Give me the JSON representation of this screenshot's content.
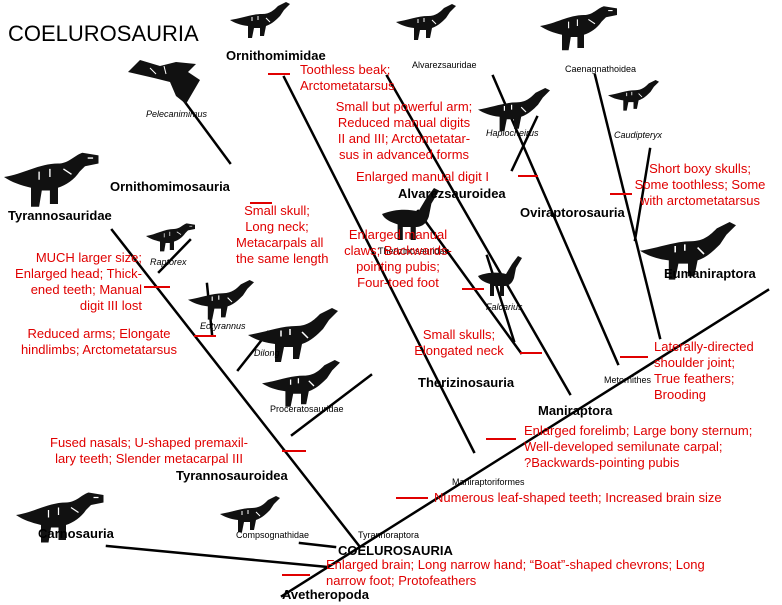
{
  "title": "COELUROSAURIA",
  "colors": {
    "line": "#000000",
    "trait": "#e00000",
    "silhouette": "#111111"
  },
  "clades": {
    "ornithomimidae": "Ornithomimidae",
    "ornithomimosauria": "Ornithomimosauria",
    "tyrannosauridae": "Tyrannosauridae",
    "tyrannosauroidea": "Tyrannosauroidea",
    "carnosauria": "Carnosauria",
    "coelurosauria": "COELUROSAURIA",
    "avetheropoda": "Avetheropoda",
    "alvarezsauroidea": "Alvarezsauroidea",
    "oviraptorosauria": "Oviraptorosauria",
    "eumaniraptora": "Eumaniraptora",
    "therizinosauria": "Therizinosauria",
    "maniraptora": "Maniraptora"
  },
  "nodes": {
    "alvarezsauridae": "Alvarezsauridae",
    "caenagnathoidea": "Caenagnathoidea",
    "therizinosauridae": "Therizinosauridae",
    "proceratosauridae": "Proceratosauridae",
    "compsognathidae": "Compsognathidae",
    "tyrannoraptora": "Tyrannoraptora",
    "maniraptoriformes": "Maniraptoriformes",
    "metornithes": "Metornithes"
  },
  "genera": {
    "pelecanimimus": "Pelecanimimus",
    "haplocheirus": "Haplocheirus",
    "caudipteryx": "Caudipteryx",
    "raptorex": "Raptorex",
    "eotyrannus": "Eotyrannus",
    "dilong": "Dilong",
    "falcarius": "Falcarius"
  },
  "traits": {
    "ornithomimidae": [
      "Toothless beak;",
      "Arctometatarsus"
    ],
    "alvarezsauridae": [
      "Small but powerful arm;",
      "Reduced manual digits",
      "II and III; Arctometatar-",
      "sus in advanced forms"
    ],
    "alvarezsauroidea": [
      "Enlarged manual digit I"
    ],
    "oviraptorosauria": [
      "Short boxy skulls;",
      "Some toothless; Some",
      "with arctometatarsus"
    ],
    "ornithomimosauria": [
      "Small skull;",
      "Long neck;",
      "Metacarpals all",
      "the same length"
    ],
    "tyrannosauridae": [
      "MUCH larger size;",
      "Enlarged head; Thick-",
      "ened teeth; Manual",
      "digit III lost"
    ],
    "tyrannosaur_arms": [
      "Reduced arms; Elongate",
      "hindlimbs; Arctometatarsus"
    ],
    "therizinosauridae": [
      "Enlarged manual",
      "claws; Backwards-",
      "pointing pubis;",
      "Four-toed foot"
    ],
    "therizinosauria": [
      "Small skulls;",
      "Elongated neck"
    ],
    "eumaniraptora": [
      "Laterally-directed",
      "shoulder joint;",
      "True feathers;",
      "Brooding"
    ],
    "maniraptora": [
      "Enlarged forelimb; Large bony sternum;",
      "Well-developed semilunate carpal;",
      "?Backwards-pointing pubis"
    ],
    "tyrannosauroidea": [
      "Fused nasals; U-shaped premaxil-",
      "lary teeth; Slender metacarpal III"
    ],
    "maniraptoriformes": [
      "Numerous leaf-shaped teeth; Increased brain size"
    ],
    "coelurosauria": [
      "Enlarged brain; Long narrow hand; “Boat”-shaped chevrons; Long",
      "narrow foot; Protofeathers"
    ]
  },
  "silhouettes": [
    "ornithomimid-skeleton-icon",
    "pelecanimimus-skeleton-icon",
    "alvarezsaurid-skeleton-icon",
    "caenagnathoid-skeleton-icon",
    "haplocheirus-skeleton-icon",
    "caudipteryx-skeleton-icon",
    "tyrannosaurid-skeleton-icon",
    "raptorex-skeleton-icon",
    "eotyrannus-skeleton-icon",
    "dilong-skeleton-icon",
    "proceratosaurid-skeleton-icon",
    "therizinosaur-skeleton-icon",
    "falcarius-skeleton-icon",
    "dromaeosaur-skeleton-icon",
    "carnosaur-skeleton-icon",
    "compsognathid-skeleton-icon"
  ]
}
